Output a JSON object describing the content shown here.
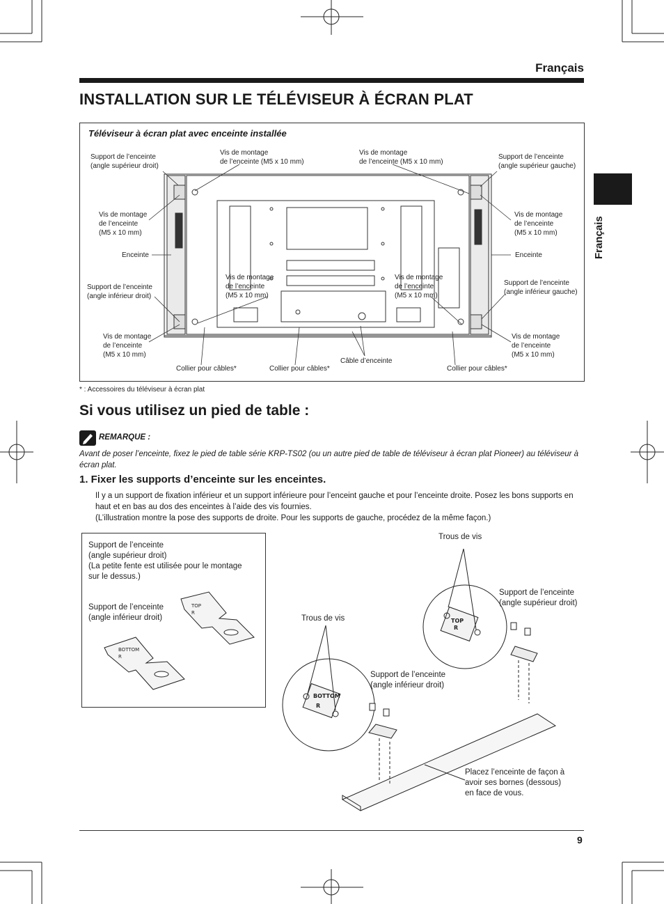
{
  "header": {
    "language": "Français",
    "title": "INSTALLATION SUR LE TÉLÉVISEUR À ÉCRAN PLAT",
    "side_tab": "Français"
  },
  "figure1": {
    "title": "Téléviseur à écran plat avec enceinte installée",
    "labels": {
      "tl_support": "Support de l’enceinte\n(angle supérieur droit)",
      "tl_vis_top": "Vis de montage\nde l’enceinte (M5 x 10 mm)",
      "tr_vis_top": "Vis de montage\nde l’enceinte (M5 x 10 mm)",
      "tr_support": "Support de l’enceinte\n(angle supérieur gauche)",
      "l_vis": "Vis de montage\nde l’enceinte\n(M5 x 10 mm)",
      "r_vis": "Vis de montage\nde l’enceinte\n(M5 x 10 mm)",
      "l_enceinte": "Enceinte",
      "r_enceinte": "Enceinte",
      "l_support_bottom": "Support de l’enceinte\n(angle inférieur droit)",
      "r_support_bottom": "Support de l’enceinte\n(angle inférieur gauche)",
      "c1_vis": "Vis de montage\nde l’enceinte\n(M5 x 10 mm)",
      "c2_vis": "Vis de montage\nde l’enceinte\n(M5 x 10 mm)",
      "bl_vis": "Vis de montage\nde l’enceinte\n(M5 x 10 mm)",
      "br_vis": "Vis de montage\nde l’enceinte\n(M5 x 10 mm)",
      "collier1": "Collier pour câbles*",
      "collier2": "Collier pour câbles*",
      "cable": "Câble d’enceinte",
      "collier3": "Collier pour câbles*"
    },
    "footnote": "* : Accessoires du téléviseur à écran plat"
  },
  "section2": {
    "title": "Si vous utilisez un pied de table :",
    "note_head": "REMARQUE :",
    "note_text": "Avant de poser l’enceinte, fixez le pied de table série KRP-TS02 (ou un autre pied de table de téléviseur à écran plat Pioneer) au téléviseur à écran plat.",
    "step_title": "1.  Fixer les supports d’enceinte sur les enceintes.",
    "step_body": "Il y a un support de fixation inférieur et un support inférieure pour l’enceint gauche et pour l’enceinte droite. Posez les bons supports en haut et en bas au dos des enceintes à l’aide des vis fournies.\n(L’illustration montre la pose des supports de droite. Pour les supports de gauche, procédez de la même façon.)"
  },
  "figure2": {
    "box_label_top": "Support de l’enceinte\n(angle supérieur droit)\n(La petite fente est utilisée pour le montage\nsur le dessus.)",
    "box_label_bottom": "Support de l’enceinte\n(angle inférieur droit)",
    "trous_top": "Trous de vis",
    "trous_left": "Trous de vis",
    "support_top_right": "Support de l’enceinte\n(angle supérieur droit)",
    "support_bottom_right": "Support de l’enceinte\n(angle inférieur droit)",
    "placez": "Placez l’enceinte de façon à\navoir ses bornes (dessous)\nen face de vous.",
    "tag_top": "TOP",
    "tag_bottom": "BOTTOM",
    "tag_r": "R"
  },
  "footer": {
    "page": "9"
  }
}
